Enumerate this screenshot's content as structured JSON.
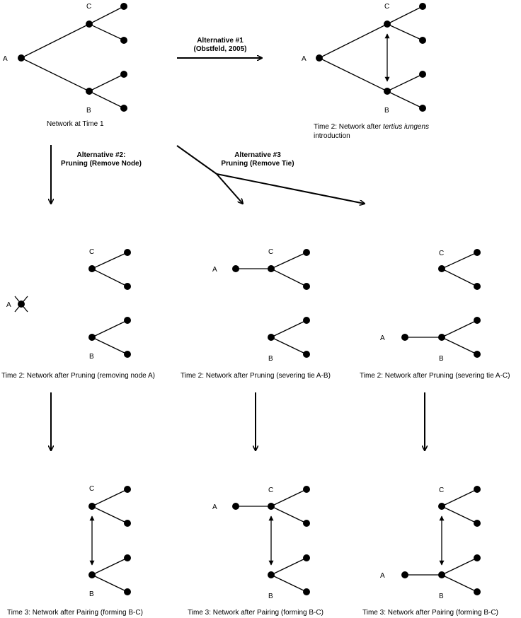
{
  "node_labels": {
    "a": "A",
    "b": "B",
    "c": "C"
  },
  "captions": {
    "time1": "Network at Time 1",
    "tertius_line1_prefix": "Time 2: Network after ",
    "tertius_line1_italic": "tertius iungens",
    "tertius_line2": "introduction",
    "pruning_node_a": "Time 2: Network after Pruning (removing node A)",
    "pruning_tie_ab": "Time 2: Network after Pruning (severing tie A-B)",
    "pruning_tie_ac": "Time 2: Network after Pruning (severing tie A-C)",
    "pairing_1": "Time 3: Network after Pairing (forming B-C)",
    "pairing_2": "Time 3: Network after Pairing (forming B-C)",
    "pairing_3": "Time 3: Network after Pairing (forming B-C)"
  },
  "alternatives": {
    "alt1_line1": "Alternative #1",
    "alt1_line2": "(Obstfeld, 2005)",
    "alt2_line1": "Alternative #2:",
    "alt2_line2": "Pruning (Remove Node)",
    "alt3_line1": "Alternative #3",
    "alt3_line2": "Pruning (Remove Tie)"
  },
  "colors": {
    "ink": "#000000",
    "background": "#ffffff"
  }
}
